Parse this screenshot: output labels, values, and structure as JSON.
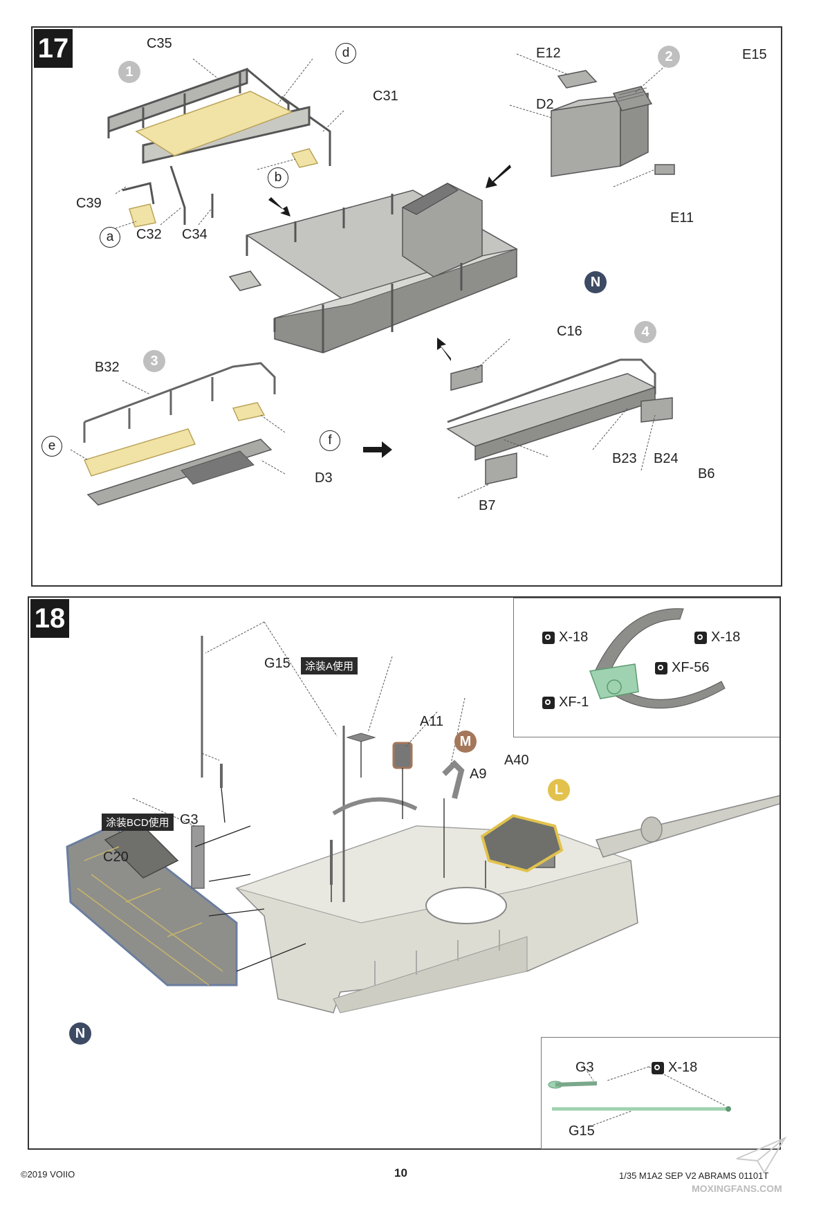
{
  "step17": {
    "number": "17",
    "labels": {
      "c35": "C35",
      "c31": "C31",
      "c39": "C39",
      "c32": "C32",
      "c34": "C34",
      "e12": "E12",
      "e15": "E15",
      "d2": "D2",
      "e11": "E11",
      "b32": "B32",
      "d3": "D3",
      "c16": "C16",
      "b23": "B23",
      "b24": "B24",
      "b6": "B6",
      "b7": "B7"
    },
    "circles": {
      "a": "a",
      "b": "b",
      "d": "d",
      "e": "e",
      "f": "f"
    },
    "subs": {
      "s1": "1",
      "s2": "2",
      "s3": "3",
      "s4": "4"
    },
    "badge_n": "N"
  },
  "step18": {
    "number": "18",
    "labels": {
      "g15": "G15",
      "g3": "G3",
      "c20": "C20",
      "a11": "A11",
      "a9": "A9",
      "a40": "A40",
      "inset_g3": "G3",
      "inset_g15": "G15"
    },
    "tag_a": "涂装A使用",
    "tag_bcd": "涂装BCD使用",
    "badge_m": "M",
    "badge_l": "L",
    "badge_n": "N",
    "paints": {
      "p1": "X-18",
      "p2": "X-18",
      "p3": "XF-56",
      "p4": "XF-1",
      "p5": "X-18"
    }
  },
  "colors": {
    "badge_n": "#3d4a63",
    "badge_m": "#a5775a",
    "badge_l": "#e2c24d",
    "sub_circle": "#bfbfbf",
    "part_gray": "#a9aaa6",
    "turret": "#dcdcd2",
    "photo_etch": "#f1e3a5",
    "highlight_green": "#9fd2b0"
  },
  "footer": {
    "copyright": "©2019 VOIIO",
    "page": "10",
    "title": "1/35 M1A2 SEP V2 ABRAMS 01101T",
    "watermark": "MOXINGFANS.COM"
  }
}
